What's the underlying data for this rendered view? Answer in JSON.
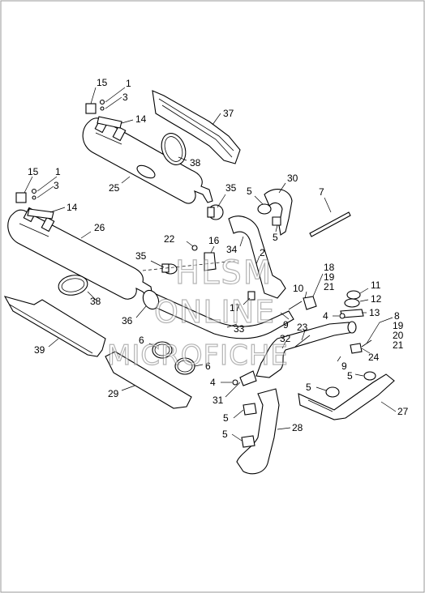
{
  "watermark": {
    "line1": "HLSM",
    "line2": "ONLINE",
    "line3": "MICROFICHE"
  },
  "callouts": {
    "c15a": "15",
    "c1a": "1",
    "c3a": "3",
    "c14a": "14",
    "c37": "37",
    "c38a": "38",
    "c25": "25",
    "c15b": "15",
    "c1b": "1",
    "c3b": "3",
    "c14b": "14",
    "c26": "26",
    "c35a": "35",
    "c5a": "5",
    "c30": "30",
    "c7": "7",
    "c5b": "5",
    "c22": "22",
    "c16": "16",
    "c34": "34",
    "c2": "2",
    "c35b": "35",
    "c18": "18",
    "c19a": "19",
    "c21a": "21",
    "c10": "10",
    "c11": "11",
    "c12": "12",
    "c4a": "4",
    "c13": "13",
    "c8": "8",
    "c19b": "19",
    "c20": "20",
    "c21b": "21",
    "c38b": "38",
    "c36": "36",
    "c17": "17",
    "c9a": "9",
    "c23": "23",
    "c33": "33",
    "c32": "32",
    "c39": "39",
    "c6a": "6",
    "c6b": "6",
    "c24": "24",
    "c9b": "9",
    "c5c": "5",
    "c5d": "5",
    "c4b": "4",
    "c29": "29",
    "c31": "31",
    "c27": "27",
    "c5e": "5",
    "c28": "28",
    "c5f": "5"
  }
}
